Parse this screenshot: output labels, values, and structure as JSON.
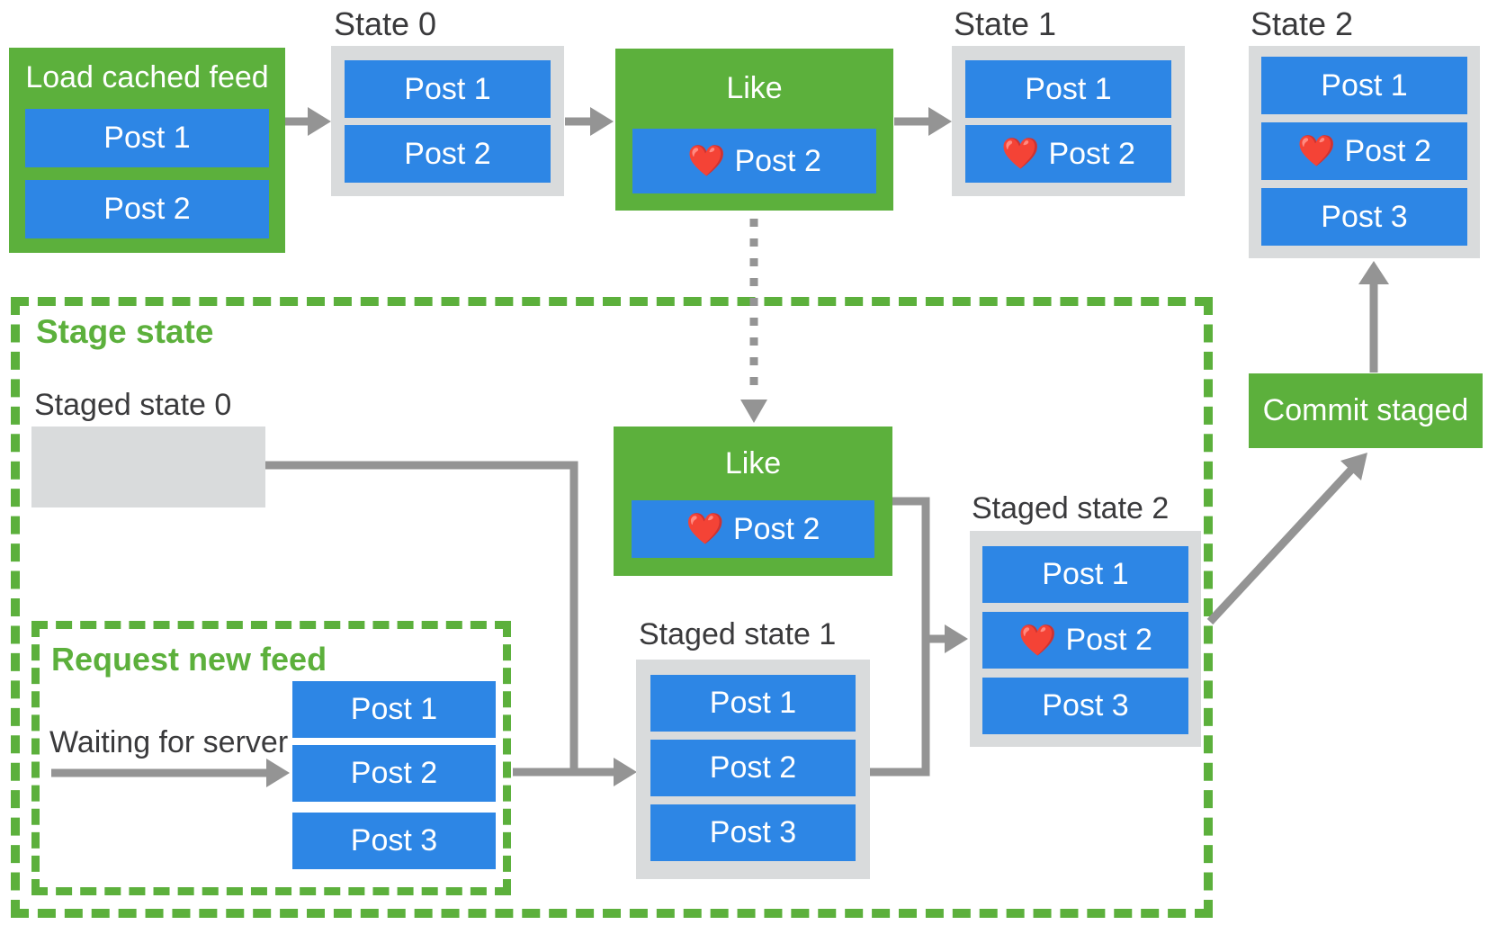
{
  "colors": {
    "action_green": "#5CB03C",
    "post_blue": "#2D86E5",
    "state_gray": "#D9DBDC",
    "arrow_gray": "#949494",
    "label_dark": "#3A3A3C",
    "text_white": "#FFFFFF"
  },
  "icons": {
    "heart": "❤️"
  },
  "boxes": {
    "load_cached_feed": {
      "title": "Load cached feed",
      "posts": [
        {
          "text": "Post 1"
        },
        {
          "text": "Post 2"
        }
      ]
    },
    "state_0": {
      "label": "State 0",
      "posts": [
        {
          "text": "Post 1"
        },
        {
          "text": "Post 2"
        }
      ]
    },
    "like_top": {
      "title": "Like",
      "post": {
        "text": "Post 2",
        "liked": true
      }
    },
    "state_1": {
      "label": "State 1",
      "posts": [
        {
          "text": "Post 1"
        },
        {
          "text": "Post 2",
          "liked": true
        }
      ]
    },
    "state_2": {
      "label": "State 2",
      "posts": [
        {
          "text": "Post 1"
        },
        {
          "text": "Post 2",
          "liked": true
        },
        {
          "text": "Post 3"
        }
      ]
    },
    "stage_state": {
      "title": "Stage state"
    },
    "staged_state_0": {
      "label": "Staged state 0"
    },
    "request_new_feed": {
      "title": "Request new feed",
      "status": "Waiting for server",
      "posts": [
        {
          "text": "Post 1"
        },
        {
          "text": "Post 2"
        },
        {
          "text": "Post 3"
        }
      ]
    },
    "like_staged": {
      "title": "Like",
      "post": {
        "text": "Post 2",
        "liked": true
      }
    },
    "staged_state_1": {
      "label": "Staged state 1",
      "posts": [
        {
          "text": "Post 1"
        },
        {
          "text": "Post 2"
        },
        {
          "text": "Post 3"
        }
      ]
    },
    "staged_state_2": {
      "label": "Staged state 2",
      "posts": [
        {
          "text": "Post 1"
        },
        {
          "text": "Post 2",
          "liked": true
        },
        {
          "text": "Post 3"
        }
      ]
    },
    "commit_staged": {
      "title": "Commit staged"
    }
  }
}
